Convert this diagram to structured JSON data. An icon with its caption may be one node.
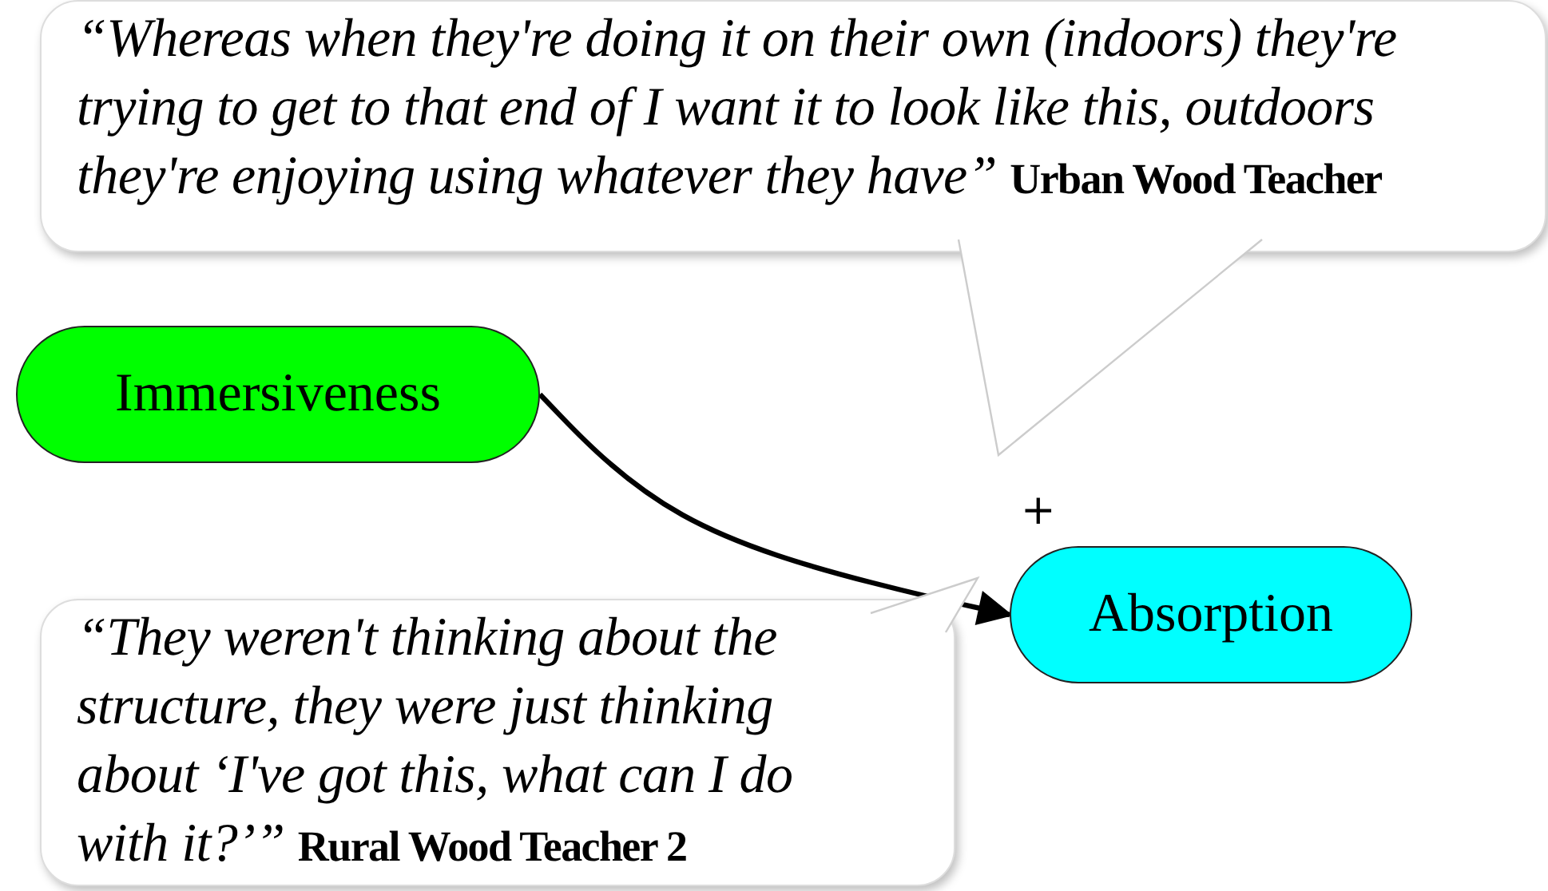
{
  "diagram": {
    "nodes": [
      {
        "text": [
          "Immersiveness"
        ]
      },
      {
        "text": [
          "Absorption"
        ]
      },
      {
        "text": [
          "“Whereas when they're doing it on their own (indoors) they're trying to get to that end of I want it to look like this, outdoors they're enjoying using whatever they have”",
          "Urban Wood Teacher"
        ]
      },
      {
        "text": [
          "“They weren't thinking about the structure, they were just thinking about ‘I've got this, what can I do with it?’”",
          "Rural Wood Teacher 2"
        ]
      }
    ],
    "edges": [
      {
        "from": 0,
        "to": 1,
        "arrow": "to",
        "label": "+"
      }
    ]
  }
}
